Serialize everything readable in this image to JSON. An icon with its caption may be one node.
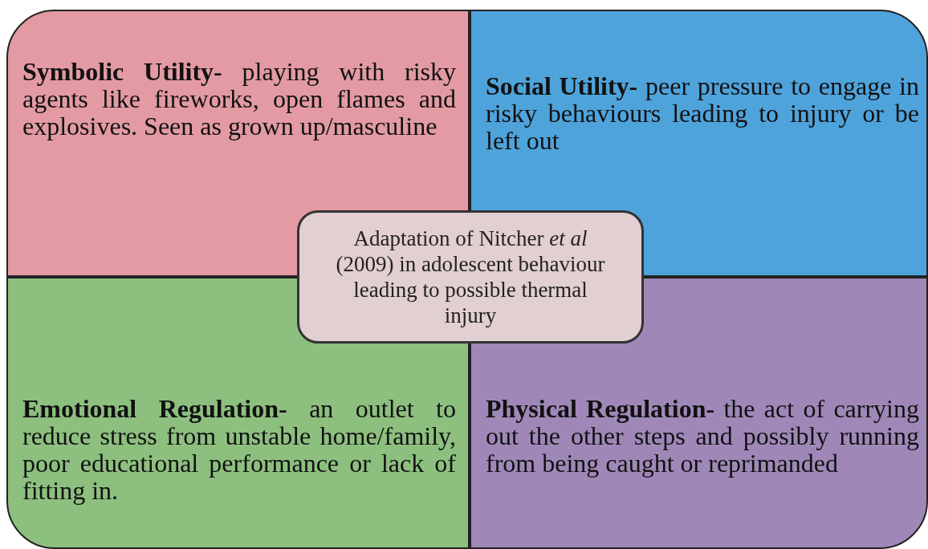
{
  "diagram": {
    "nodes": [
      {
        "text": [
          "**Symbolic Utility-** playing with risky agents like fireworks, open flames and explosives. Seen as grown up/masculine"
        ]
      },
      {
        "text": [
          "**Social Utility-** peer pressure to engage in risky behaviours leading to injury or be left out"
        ]
      },
      {
        "text": [
          "**Emotional Regulation-** an outlet to reduce stress from unstable home/family, poor educational performance or lack of fitting in."
        ]
      },
      {
        "text": [
          "**Physical Regulation-** the act of carrying out the other steps and possibly running from being caught or reprimanded"
        ]
      },
      {
        "text": [
          "Adaptation of Nitcher *et al* (2009) in adolescent behaviour leading to possible thermal injury"
        ]
      }
    ]
  }
}
